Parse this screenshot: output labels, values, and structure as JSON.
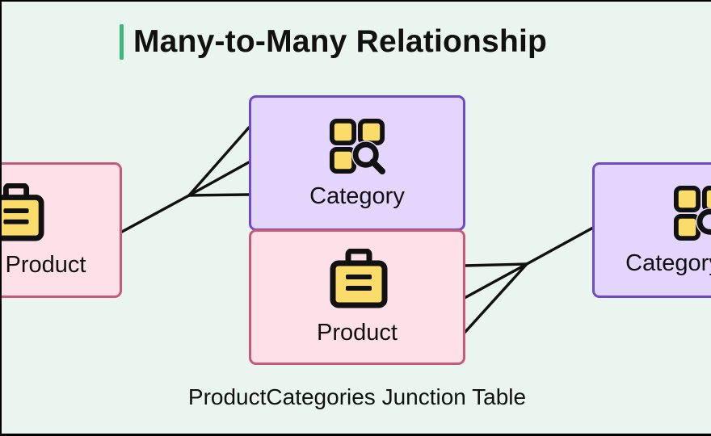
{
  "title": "Many-to-Many Relationship",
  "entities": {
    "left_product": "Product",
    "center_category": "Category",
    "center_product": "Product",
    "right_category": "Category"
  },
  "caption": "ProductCategories Junction Table",
  "icons": {
    "product": "briefcase-icon",
    "category": "category-search-icon"
  },
  "colors": {
    "background": "#eaf5ef",
    "accent_bar": "#3fb77d",
    "product_fill": "#fde0e8",
    "product_border": "#c75a76",
    "category_fill": "#e3d5fb",
    "category_border": "#6e4acb",
    "icon_fill": "#fbdc6a",
    "connector": "#111111"
  }
}
